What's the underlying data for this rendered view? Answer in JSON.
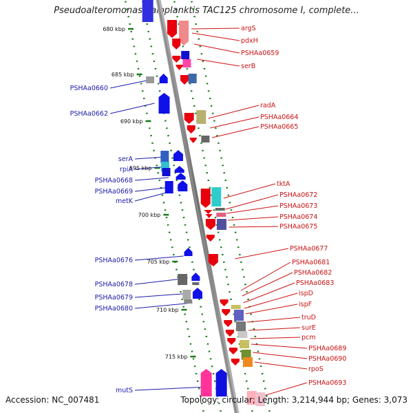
{
  "title": "Pseudoalteromonas haloplanktis TAC125 chromosome I, complete...",
  "accession": "Accession: NC_007481",
  "topology": "Topology: circular; Length: 3,214,944 bp; Genes: 3,073",
  "colors": {
    "forward": "#e8000c",
    "reverse": "#1010e8",
    "ticks": "#1a7a1a",
    "backbone": "#8a8a8a",
    "left_label": "#1a1aaa",
    "right_label": "#cc1111"
  },
  "kbp_ticks": [
    "680 kbp",
    "685 kbp",
    "690 kbp",
    "695 kbp",
    "700 kbp",
    "705 kbp",
    "710 kbp",
    "715 kbp"
  ],
  "left_genes": [
    "PSHAa0660",
    "PSHAa0662",
    "serA",
    "rpiA",
    "PSHAa0668",
    "PSHAa0669",
    "metK",
    "PSHAa0676",
    "PSHAa0678",
    "PSHAa0679",
    "PSHAa0680",
    "mutS"
  ],
  "right_genes": [
    "argS",
    "pdxH",
    "PSHAa0659",
    "serB",
    "radA",
    "PSHAa0664",
    "PSHAa0665",
    "tktA",
    "PSHAa0672",
    "PSHAa0673",
    "PSHAa0674",
    "PSHAa0675",
    "PSHAa0677",
    "PSHAa0681",
    "PSHAa0682",
    "PSHAa0683",
    "ispD",
    "ispF",
    "truD",
    "surE",
    "pcm",
    "PSHAa0689",
    "PSHAa0690",
    "rpoS",
    "PSHAa0693"
  ]
}
